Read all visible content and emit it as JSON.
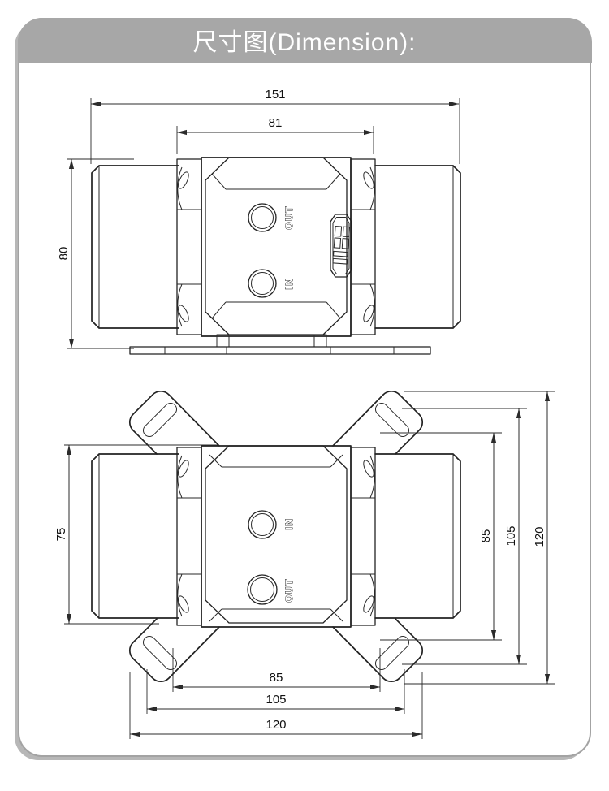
{
  "header": {
    "title": "尺寸图(Dimension):"
  },
  "top_view": {
    "dim_overall_width": "151",
    "dim_body_width": "81",
    "dim_height": "80",
    "port_out_label": "OUT",
    "port_in_label": "IN",
    "logo_icon": "brand-logo"
  },
  "bottom_view": {
    "dim_height_left": "75",
    "dim_slot_inner_vertical": "85",
    "dim_slot_outer_vertical": "105",
    "dim_bracket_vertical": "120",
    "dim_slot_inner_horizontal": "85",
    "dim_slot_outer_horizontal": "105",
    "dim_bracket_horizontal": "120",
    "port_in_label": "IN",
    "port_out_label": "OUT"
  },
  "colors": {
    "header_bg": "#a7a7a7",
    "header_text": "#ffffff",
    "card_border": "#a3a3a3",
    "line": "#222222",
    "background": "#ffffff"
  }
}
